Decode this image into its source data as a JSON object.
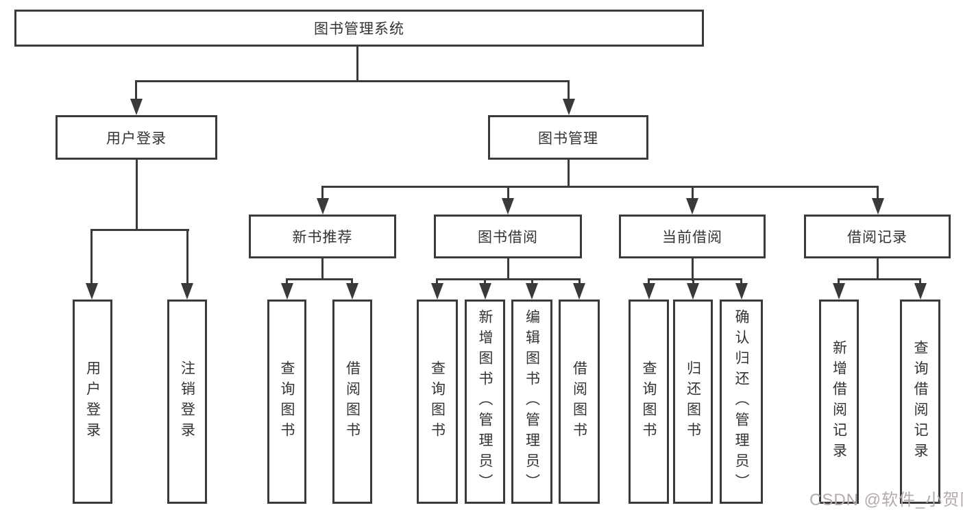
{
  "tree": {
    "label": "图书管理系统",
    "children": [
      {
        "label": "用户登录",
        "children": [
          {
            "label": "用户登录"
          },
          {
            "label": "注销登录"
          }
        ]
      },
      {
        "label": "图书管理",
        "children": [
          {
            "label": "新书推荐",
            "children": [
              {
                "label": "查询图书"
              },
              {
                "label": "借阅图书"
              }
            ]
          },
          {
            "label": "图书借阅",
            "children": [
              {
                "label": "查询图书"
              },
              {
                "label": "新增图书（管理员）"
              },
              {
                "label": "编辑图书（管理员）"
              },
              {
                "label": "借阅图书"
              }
            ]
          },
          {
            "label": "当前借阅",
            "children": [
              {
                "label": "查询图书"
              },
              {
                "label": "归还图书"
              },
              {
                "label": "确认归还（管理员）"
              }
            ]
          },
          {
            "label": "借阅记录",
            "children": [
              {
                "label": "新增借阅记录"
              },
              {
                "label": "查询借阅记录"
              }
            ]
          }
        ]
      }
    ]
  },
  "watermark": {
    "text": "CSDN @软件_小贺同学"
  },
  "colors": {
    "line": "#3a3a3a",
    "text": "#333333",
    "watermark": "#b4aaaa",
    "background": "#ffffff"
  }
}
